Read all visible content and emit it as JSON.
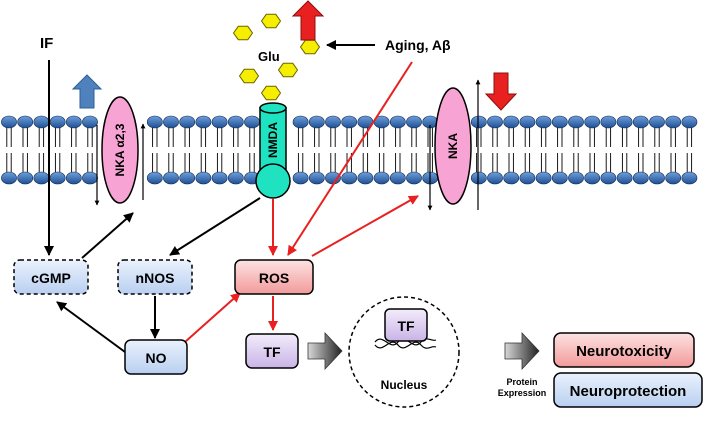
{
  "labels": {
    "if": "IF",
    "glu": "Glu",
    "aging": "Aging, Aβ",
    "nka_a23": "NKA α2,3",
    "nmda": "NMDA",
    "nka": "NKA",
    "cgmp": "cGMP",
    "nnos": "nNOS",
    "ros": "ROS",
    "no": "NO",
    "tf_cyto": "TF",
    "tf_nucleus": "TF",
    "nucleus": "Nucleus",
    "protein_expression_1": "Protein",
    "protein_expression_2": "Expression",
    "neurotoxicity": "Neurotoxicity",
    "neuroprotection": "Neuroprotection"
  },
  "indicators": {
    "glu_release": "up",
    "nka_a23_activity": "up",
    "nka_activity": "down"
  },
  "colors": {
    "membrane_head": "#3a6fb7",
    "nka_fill": "#f7a3d3",
    "nmda_fill": "#1fe3c0",
    "glu_fill": "#f5ee00",
    "red_arrow": "#e82020",
    "blue_arrow": "#4f81bd",
    "box_blue": "#cfe0f7",
    "box_pink": "#f7b3b3",
    "box_purple": "#d8c8ec"
  }
}
